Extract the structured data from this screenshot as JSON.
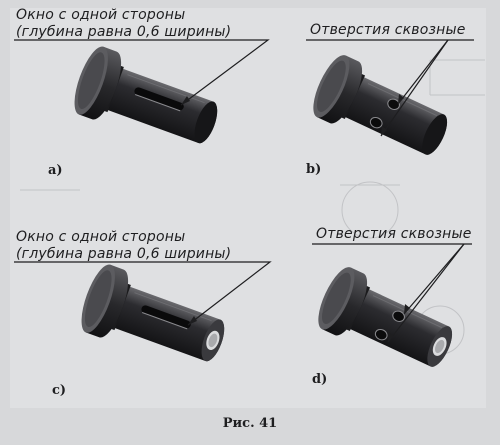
{
  "figures": {
    "a": {
      "label": "a)",
      "callout_line1": "Окно с одной стороны",
      "callout_line2": "(глубина равна 0,6 ширины)"
    },
    "b": {
      "label": "b)",
      "callout": "Отверстия сквозные"
    },
    "c": {
      "label": "c)",
      "callout_line1": "Окно с одной стороны",
      "callout_line2": "(глубина равна 0,6 ширины)"
    },
    "d": {
      "label": "d)",
      "callout": "Отверстия сквозные"
    }
  },
  "caption": "Рис. 41"
}
